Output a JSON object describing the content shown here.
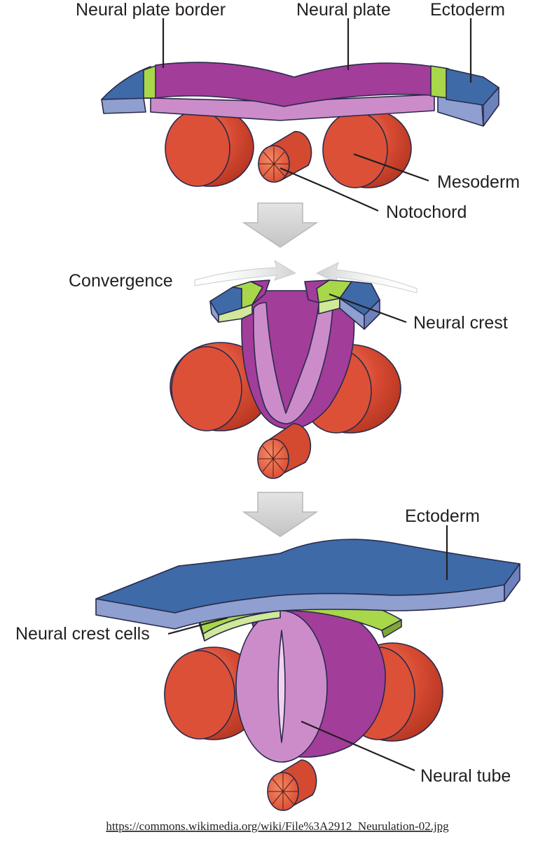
{
  "labels": {
    "neural_plate_border": "Neural plate border",
    "neural_plate": "Neural plate",
    "ectoderm_top": "Ectoderm",
    "mesoderm": "Mesoderm",
    "notochord": "Notochord",
    "convergence": "Convergence",
    "neural_crest": "Neural crest",
    "ectoderm_bottom": "Ectoderm",
    "neural_crest_cells": "Neural crest cells",
    "neural_tube": "Neural tube"
  },
  "source_url": "https://commons.wikimedia.org/wiki/File%3A2912_Neurulation-02.jpg",
  "colors": {
    "ectoderm": "#3e6aa8",
    "ectoderm_side": "#8e9fd0",
    "neural_plate": "#a23d9a",
    "neural_plate_side": "#cc8cca",
    "neural_border": "#a8d74a",
    "mesoderm": "#d44a34",
    "mesoderm_dark": "#a83422",
    "notochord": "#e05a3c",
    "arrow": "#d2d2d2"
  }
}
